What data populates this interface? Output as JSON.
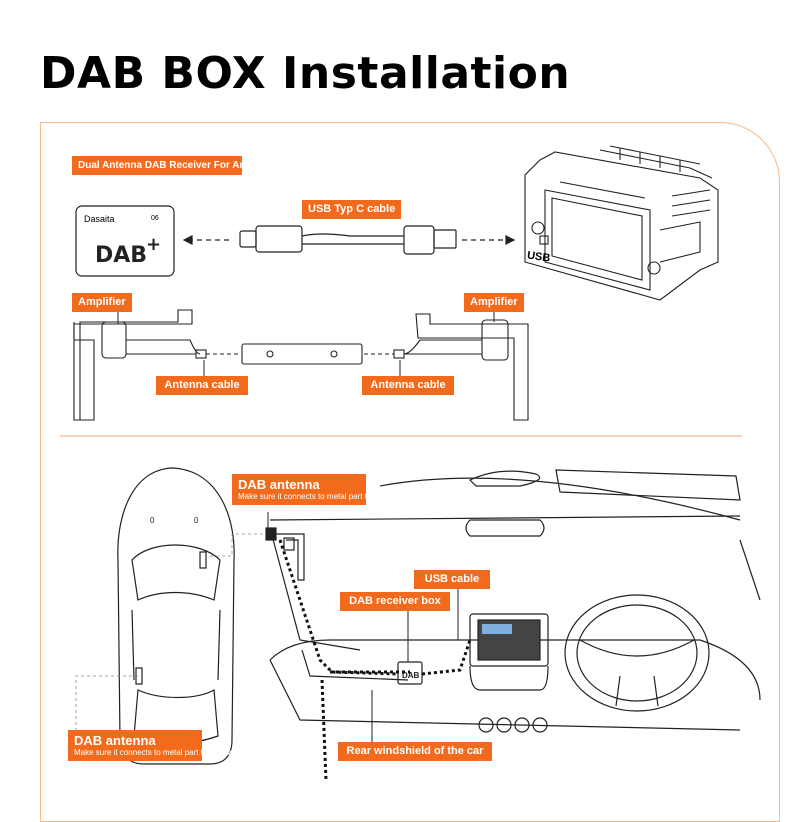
{
  "title": "DAB BOX Installation",
  "receiver_label": "Dual Antenna DAB Receiver For Android Navigatation",
  "box_brand": "Dasaita",
  "box_number": "06",
  "usb_cable_top": "USB Typ C cable",
  "amplifier_left": "Amplifier",
  "amplifier_right": "Amplifier",
  "antenna_cable_left": "Antenna cable",
  "antenna_cable_right": "Antenna cable",
  "head_unit_usb": "USB",
  "dab_antenna_top": {
    "title": "DAB antenna",
    "note": "Make sure it connects to metal part to receive signal"
  },
  "dab_antenna_bottom": {
    "title": "DAB antenna",
    "note": "Make sure it connects to metal part to receive signal"
  },
  "usb_cable": "USB cable",
  "dab_receiver_box": "DAB receiver box",
  "rear_windshield": "Rear windshield of the car",
  "colors": {
    "accent": "#f26b1d",
    "frame": "#f6b98a",
    "line": "#1a1a1a"
  }
}
